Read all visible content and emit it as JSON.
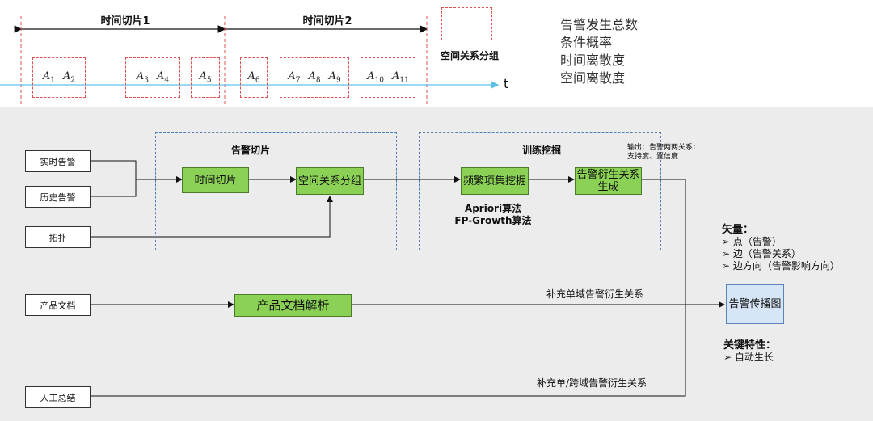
{
  "timeline": {
    "slice1_label": "时间切片1",
    "slice2_label": "时间切片2",
    "axis_label": "t",
    "alarm_groups": [
      [
        {
          "base": "A",
          "sub": "1"
        },
        {
          "base": "A",
          "sub": "2"
        }
      ],
      [
        {
          "base": "A",
          "sub": "3"
        },
        {
          "base": "A",
          "sub": "4"
        }
      ],
      [
        {
          "base": "A",
          "sub": "5"
        }
      ],
      [
        {
          "base": "A",
          "sub": "6"
        }
      ],
      [
        {
          "base": "A",
          "sub": "7"
        },
        {
          "base": "A",
          "sub": "8"
        },
        {
          "base": "A",
          "sub": "9"
        }
      ],
      [
        {
          "base": "A",
          "sub": "10"
        },
        {
          "base": "A",
          "sub": "11"
        }
      ]
    ],
    "legend_label": "空间关系分组"
  },
  "features": [
    "告警发生总数",
    "条件概率",
    "时间离散度",
    "空间离散度"
  ],
  "inputs": {
    "realtime": "实时告警",
    "history": "历史告警",
    "topology": "拓扑",
    "product_doc": "产品文档",
    "manual": "人工总结"
  },
  "groups": {
    "slice_title": "告警切片",
    "train_title": "训练挖掘"
  },
  "nodes": {
    "time_slice": "时间切片",
    "spatial_group": "空间关系分组",
    "freq_mining": "频繁项集挖掘",
    "relation_gen": "告警衍生关系生成",
    "doc_parse": "产品文档解析",
    "propagation": "告警传播图"
  },
  "algorithms": [
    "Apriori算法",
    "FP-Growth算法"
  ],
  "output_note": [
    "输出：告警两两关系：",
    "支持度、置信度"
  ],
  "edges": {
    "supplement_single": "补充单域告警衍生关系",
    "supplement_cross": "补充单/跨域告警衍生关系"
  },
  "vector": {
    "title": "矢量：",
    "items": [
      "➢ 点（告警）",
      "➢ 边（告警关系）",
      "➢ 边方向（告警影响方向）"
    ]
  },
  "key_features": {
    "title": "关键特性：",
    "items": [
      "➢ 自动生长"
    ]
  },
  "colors": {
    "green": "#8bd155",
    "blue_fill": "#d6e6f7",
    "red_dash": "#e05050",
    "blue_dash": "#4f7fb0",
    "timeline": "#5bc0e8"
  }
}
